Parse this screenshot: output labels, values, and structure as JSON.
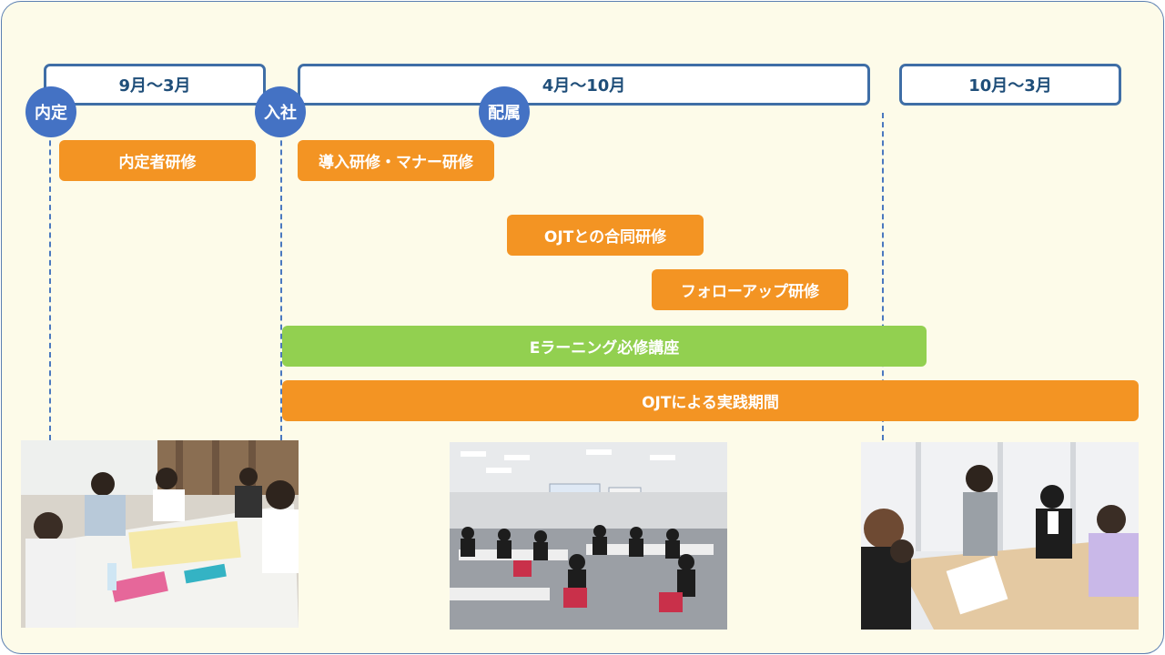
{
  "periods": {
    "p1": "9月～3月",
    "p2": "4月～10月",
    "p3": "10月～3月"
  },
  "milestones": {
    "naitei": "内定",
    "nyusha": "入社",
    "haizoku": "配属"
  },
  "programs": {
    "naiteisha_kenshu": "内定者研修",
    "donyu_kenshu": "導入研修・マナー研修",
    "ojt_godo": "OJTとの合同研修",
    "follow_up": "フォローアップ研修",
    "elearning": "Eラーニング必修講座",
    "ojt_jissen": "OJTによる実践期間"
  },
  "colors": {
    "milestone": "#4472c4",
    "period_border": "#3f6ea6",
    "program": "#f39423",
    "elearning": "#92d050",
    "background": "#fdfbe9"
  }
}
